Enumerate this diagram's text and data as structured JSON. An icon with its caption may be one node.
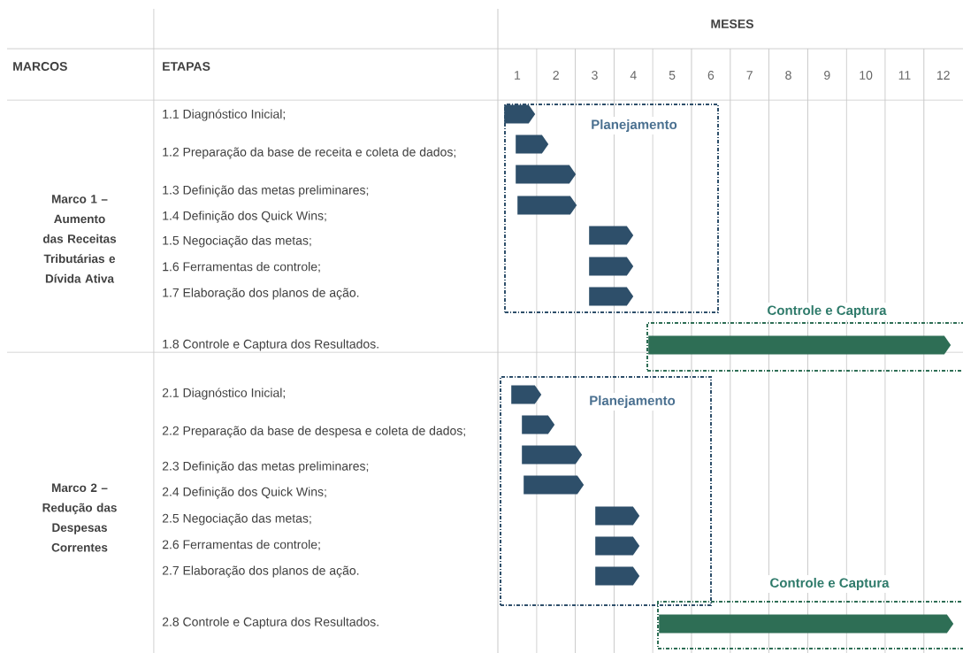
{
  "diagram": {
    "nodes": [
      {
        "text": [
          "Planejamento"
        ]
      },
      {
        "text": [],
        "shape": "bar",
        "in": 0
      },
      {
        "text": [],
        "shape": "bar",
        "in": 0
      },
      {
        "text": [],
        "shape": "bar",
        "in": 0
      },
      {
        "text": [],
        "shape": "bar",
        "in": 0
      },
      {
        "text": [],
        "shape": "bar",
        "in": 0
      },
      {
        "text": [],
        "shape": "bar",
        "in": 0
      },
      {
        "text": [],
        "shape": "bar",
        "in": 0
      },
      {
        "text": [
          "Controle e Captura"
        ]
      },
      {
        "text": [],
        "shape": "bar",
        "in": 8
      },
      {
        "text": [
          "Planejamento"
        ]
      },
      {
        "text": [],
        "shape": "bar",
        "in": 10
      },
      {
        "text": [],
        "shape": "bar",
        "in": 10
      },
      {
        "text": [],
        "shape": "bar",
        "in": 10
      },
      {
        "text": [],
        "shape": "bar",
        "in": 10
      },
      {
        "text": [],
        "shape": "bar",
        "in": 10
      },
      {
        "text": [],
        "shape": "bar",
        "in": 10
      },
      {
        "text": [],
        "shape": "bar",
        "in": 10
      },
      {
        "text": [
          "Controle e Captura"
        ]
      },
      {
        "text": [],
        "shape": "bar",
        "in": 18
      }
    ],
    "labels": [
      "MESES",
      "MARCOS",
      "ETAPAS",
      "1",
      "2",
      "3",
      "4",
      "5",
      "6",
      "7",
      "8",
      "9",
      "10",
      "11",
      "12",
      "Marco 1 – Aumento das Receitas Tributárias e Dívida Ativa",
      "1.1  Diagnóstico Inicial;",
      "1.2 Preparação da base de receita e coleta de dados;",
      "1.3 Definição das metas preliminares;",
      "1.4 Definição dos Quick Wins;",
      "1.5 Negociação das metas;",
      "1.6 Ferramentas de controle;",
      "1.7 Elaboração dos planos de ação.",
      "1.8 Controle e Captura dos Resultados.",
      "Marco 2 – Redução das Despesas Correntes",
      "2.1 Diagnóstico Inicial;",
      "2.2 Preparação da base de despesa e coleta de dados;",
      "2.3 Definição das metas preliminares;",
      "2.4 Definição dos Quick Wins;",
      "2.5 Negociação das metas;",
      "2.6 Ferramentas de controle;",
      "2.7 Elaboração dos planos de ação.",
      "2.8 Controle e Captura dos Resultados."
    ]
  }
}
